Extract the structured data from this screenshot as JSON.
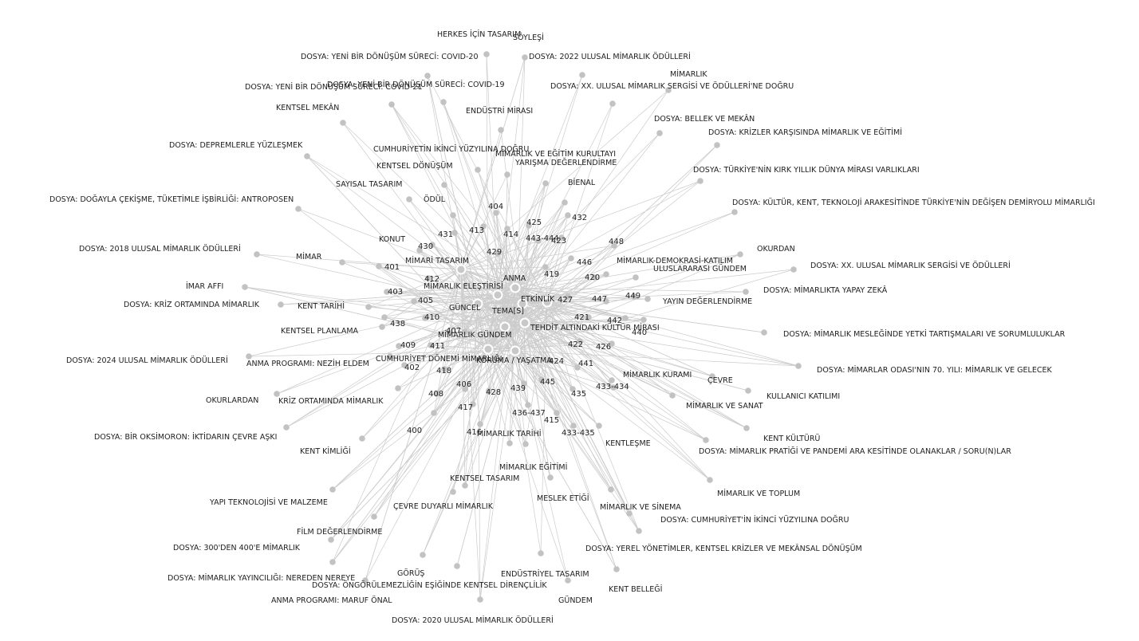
{
  "graph": {
    "hubs": [
      "TEMA[S]",
      "MİMARLIK GÜNDEM",
      "ETKİNLİK",
      "ANMA",
      "TEHDİT ALTINDAKİ KÜLTÜR MİRASI",
      "KORUMA / YAŞATMA",
      "CUMHURİYET DÖNEMİ MİMARLIĞI",
      "GÜNCEL",
      "MİMARLIK ELEŞTİRİSİ",
      "MİMARİ TASARIM"
    ],
    "nodes": [
      {
        "id": "herkes",
        "label": "HERKES İÇİN TASARIM"
      },
      {
        "id": "soylesi",
        "label": "SÖYLEŞİ"
      },
      {
        "id": "d_covid20",
        "label": "DOSYA: YENİ BİR DÖNÜŞÜM SÜRECİ: COVID-20"
      },
      {
        "id": "d_ulusal2022",
        "label": "DOSYA: 2022 ULUSAL MİMARLIK ÖDÜLLERİ"
      },
      {
        "id": "mimarlik",
        "label": "MİMARLIK"
      },
      {
        "id": "d_covid21",
        "label": "DOSYA: YENİ BİR DÖNÜŞÜM SÜRECİ: COVID-21"
      },
      {
        "id": "d_covid19",
        "label": "DOSYA: YENİ BİR DÖNÜŞÜM SÜRECİ: COVID-19"
      },
      {
        "id": "d_xx_dogru",
        "label": "DOSYA: XX. ULUSAL MİMARLIK SERGİSİ VE ÖDÜLLERİ'NE DOĞRU"
      },
      {
        "id": "kentsel_mekan",
        "label": "KENTSEL MEKÂN"
      },
      {
        "id": "endustri_mirasi",
        "label": "ENDÜSTRİ MİRASI"
      },
      {
        "id": "d_bellek",
        "label": "DOSYA: BELLEK VE MEKÂN"
      },
      {
        "id": "d_krizler",
        "label": "DOSYA: KRİZLER KARŞISINDA MİMARLIK VE EĞİTİMİ"
      },
      {
        "id": "d_deprem",
        "label": "DOSYA: DEPREMLERLE YÜZLEŞMEK"
      },
      {
        "id": "cumhuriyet_ikinci",
        "label": "CUMHURİYETİN İKİNCİ YÜZYILINA DOĞRU"
      },
      {
        "id": "egitim_kurultay",
        "label": "MİMARLIK VE EĞİTİM KURULTAYI"
      },
      {
        "id": "kentsel_donusum",
        "label": "KENTSEL DÖNÜŞÜM"
      },
      {
        "id": "yarisma",
        "label": "YARIŞMA DEĞERLENDİRME"
      },
      {
        "id": "d_kirk",
        "label": "DOSYA: TÜRKİYE'NİN KIRK YILLIK DÜNYA MİRASI VARLIKLARI"
      },
      {
        "id": "sayisal",
        "label": "SAYISAL TASARIM"
      },
      {
        "id": "bienal",
        "label": "BİENAL"
      },
      {
        "id": "d_doga",
        "label": "DOSYA: DOĞAYLA ÇEKİŞME, TÜKETİMLE İŞBİRLİĞİ: ANTROPOSEN"
      },
      {
        "id": "odul",
        "label": "ÖDÜL"
      },
      {
        "id": "d_demiryolu",
        "label": "DOSYA: KÜLTÜR, KENT, TEKNOLOJİ ARAKESİTİNDE TÜRKİYE'NİN DEĞİŞEN DEMİRYOLU MİMARLIĞI"
      },
      {
        "id": "konut",
        "label": "KONUT"
      },
      {
        "id": "d_ulusal2018",
        "label": "DOSYA: 2018 ULUSAL MİMARLIK ÖDÜLLERİ"
      },
      {
        "id": "okurdan",
        "label": "OKURDAN"
      },
      {
        "id": "mimar",
        "label": "MİMAR"
      },
      {
        "id": "demokrasi",
        "label": "MİMARLIK-DEMOKRASİ-KATILIM"
      },
      {
        "id": "d_xx",
        "label": "DOSYA: XX. ULUSAL MİMARLIK SERGİSİ VE ÖDÜLLERİ"
      },
      {
        "id": "uluslararasi",
        "label": "ULUSLARARASI GÜNDEM"
      },
      {
        "id": "imar_affi",
        "label": "İMAR AFFI"
      },
      {
        "id": "d_yapay",
        "label": "DOSYA: MİMARLIKTA YAPAY ZEKÂ"
      },
      {
        "id": "yayin_deg",
        "label": "YAYIN DEĞERLENDİRME"
      },
      {
        "id": "d_kriz_ort",
        "label": "DOSYA: KRİZ ORTAMINDA MİMARLIK"
      },
      {
        "id": "kent_tarihi",
        "label": "KENT TARİHİ"
      },
      {
        "id": "kentsel_planlama",
        "label": "KENTSEL PLANLAMA"
      },
      {
        "id": "d_yetki",
        "label": "DOSYA: MİMARLIK MESLEĞİNDE YETKİ TARTIŞMALARI VE SORUMLULUKLAR"
      },
      {
        "id": "d_ulusal2024",
        "label": "DOSYA: 2024 ULUSAL MİMARLIK ÖDÜLLERİ"
      },
      {
        "id": "anma_eldem",
        "label": "ANMA PROGRAMI: NEZİH ELDEM"
      },
      {
        "id": "d_70yil",
        "label": "DOSYA: MİMARLAR ODASI'NIN 70. YILI: MİMARLIK VE GELECEK"
      },
      {
        "id": "kuram",
        "label": "MİMARLIK KURAMI"
      },
      {
        "id": "cevre",
        "label": "ÇEVRE"
      },
      {
        "id": "okurlardan",
        "label": "OKURLARDAN"
      },
      {
        "id": "kriz_ort",
        "label": "KRİZ ORTAMINDA MİMARLIK"
      },
      {
        "id": "katilim",
        "label": "KULLANICI KATILIMI"
      },
      {
        "id": "sanat",
        "label": "MİMARLIK VE SANAT"
      },
      {
        "id": "d_oksimoron",
        "label": "DOSYA: BİR OKSİMORON: İKTİDARIN ÇEVRE AŞKI"
      },
      {
        "id": "kent_kulturu",
        "label": "KENT KÜLTÜRÜ"
      },
      {
        "id": "kent_kimligi",
        "label": "KENT KİMLİĞİ"
      },
      {
        "id": "tarihi",
        "label": "MİMARLIK TARİHİ"
      },
      {
        "id": "kentlesme",
        "label": "KENTLEŞME"
      },
      {
        "id": "d_pandemi",
        "label": "DOSYA: MİMARLIK PRATİĞİ VE PANDEMİ ARA KESİTİNDE OLANAKLAR / SORU(N)LAR"
      },
      {
        "id": "egitimi",
        "label": "MİMARLIK EĞİTİMİ"
      },
      {
        "id": "kentsel_tasarim",
        "label": "KENTSEL TASARIM"
      },
      {
        "id": "toplum",
        "label": "MİMARLIK VE TOPLUM"
      },
      {
        "id": "yapi_tek",
        "label": "YAPI TEKNOLOJİSİ VE MALZEME"
      },
      {
        "id": "cevre_duyarli",
        "label": "ÇEVRE DUYARLI MİMARLIK"
      },
      {
        "id": "meslek_etigi",
        "label": "MESLEK ETİĞİ"
      },
      {
        "id": "sinema",
        "label": "MİMARLIK VE SİNEMA"
      },
      {
        "id": "d_cumhuriyet",
        "label": "DOSYA: CUMHURİYET'İN İKİNCİ YÜZYILINA DOĞRU"
      },
      {
        "id": "film",
        "label": "FİLM DEĞERLENDİRME"
      },
      {
        "id": "d_300",
        "label": "DOSYA: 300'DEN 400'E MİMARLIK"
      },
      {
        "id": "d_yerel",
        "label": "DOSYA: YEREL YÖNETİMLER, KENTSEL KRİZLER VE MEKÂNSAL DÖNÜŞÜM"
      },
      {
        "id": "d_yayincilik",
        "label": "DOSYA: MİMARLIK YAYINCILIĞI: NEREDEN NEREYE"
      },
      {
        "id": "gorus",
        "label": "GÖRÜŞ"
      },
      {
        "id": "endustriyel",
        "label": "ENDÜSTRİYEL TASARIM"
      },
      {
        "id": "d_ongorulemez",
        "label": "DOSYA: ÖNGÖRÜLEMEZLİĞİN EŞİĞİNDE KENTSEL DİRENÇLİLİK"
      },
      {
        "id": "kent_bellegi",
        "label": "KENT BELLEĞİ"
      },
      {
        "id": "anma_onal",
        "label": "ANMA PROGRAMI: MARUF ÖNAL"
      },
      {
        "id": "gundem",
        "label": "GÜNDEM"
      },
      {
        "id": "d_ulusal2020",
        "label": "DOSYA: 2020 ULUSAL MİMARLIK ÖDÜLLERİ"
      }
    ],
    "issues": [
      "400",
      "401",
      "402",
      "403",
      "404",
      "405",
      "406",
      "407",
      "408",
      "409",
      "410",
      "411",
      "412",
      "413",
      "414",
      "415",
      "416",
      "417",
      "418",
      "419",
      "420",
      "421",
      "422",
      "423",
      "424",
      "425",
      "426",
      "427",
      "428",
      "429",
      "430",
      "431",
      "432",
      "433-434",
      "433-435",
      "435",
      "436-437",
      "438",
      "439",
      "440",
      "441",
      "442",
      "443-444",
      "445",
      "446",
      "447",
      "448",
      "449"
    ]
  }
}
